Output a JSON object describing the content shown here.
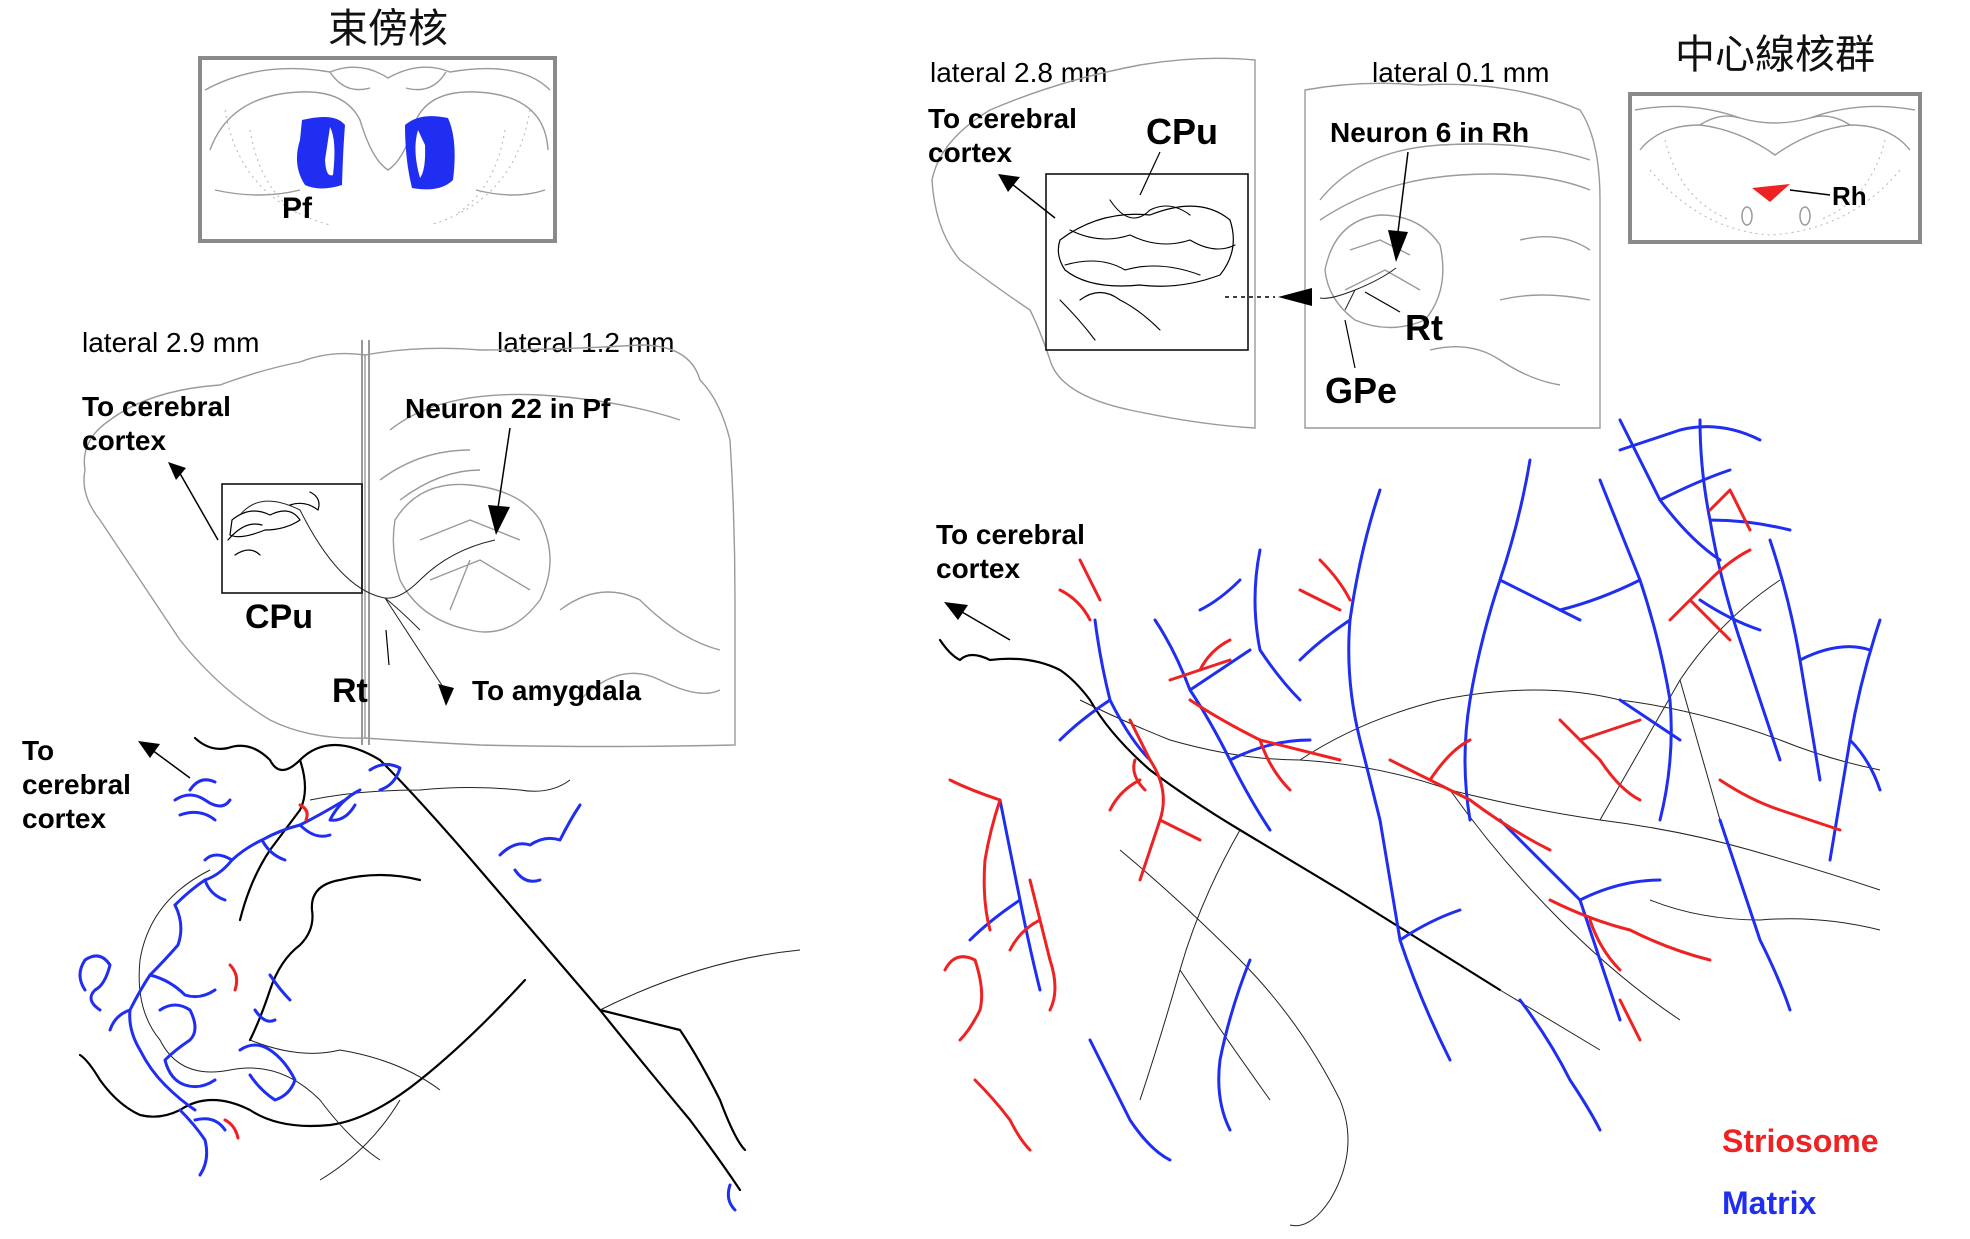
{
  "panel_pf": {
    "title_jp": "束傍核",
    "inset_label": "Pf",
    "lateral_left": "lateral 2.9 mm",
    "lateral_right": "lateral 1.2 mm",
    "to_cortex_line1": "To cerebral",
    "to_cortex_line2": "cortex",
    "neuron_label": "Neuron 22 in Pf",
    "cpu_label": "CPu",
    "rt_label": "Rt",
    "amygdala_label": "To amygdala",
    "tracing_to_line1": "To",
    "tracing_to_line2": "cerebral",
    "tracing_to_line3": "cortex"
  },
  "panel_rh": {
    "title_jp": "中心線核群",
    "inset_label": "Rh",
    "lateral_left": "lateral 2.8 mm",
    "lateral_right": "lateral 0.1 mm",
    "to_cortex_line1": "To cerebral",
    "to_cortex_line2": "cortex",
    "neuron_label": "Neuron 6 in Rh",
    "cpu_label": "CPu",
    "rt_label": "Rt",
    "gpe_label": "GPe",
    "tracing_to_line1": "To cerebral",
    "tracing_to_line2": "cortex"
  },
  "legend": {
    "striosome": "Striosome",
    "matrix": "Matrix",
    "striosome_color": "#ee2222",
    "matrix_color": "#1f2ef0"
  },
  "colors": {
    "pf_region": "#1a1ab8",
    "rh_region": "#ee2222",
    "axon": "#000000"
  }
}
